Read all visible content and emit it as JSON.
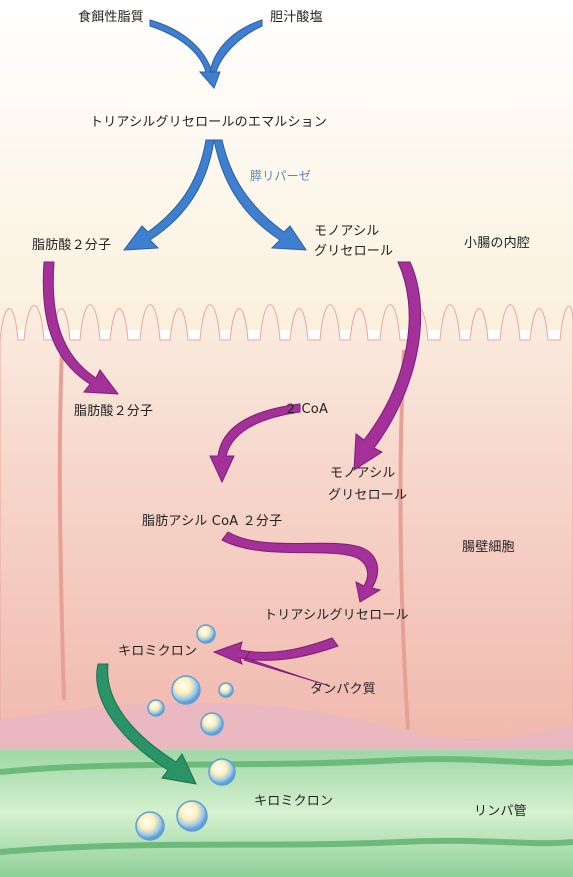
{
  "labels": {
    "dietary_lipid": "食餌性脂質",
    "bile_salt": "胆汁酸塩",
    "tag_emulsion": "トリアシルグリセロールのエマルション",
    "pancreatic_lipase": "膵リパーゼ",
    "fa_two_top": "脂肪酸２分子",
    "mag_top_line1": "モノアシル",
    "mag_top_line2": "グリセロール",
    "intestinal_lumen": "小腸の内腔",
    "fa_two_cell": "脂肪酸２分子",
    "coa": "２ CoA",
    "mag_cell_line1": "モノアシル",
    "mag_cell_line2": "グリセロール",
    "fatty_acyl_coa": "脂肪アシル CoA ２分子",
    "enterocyte": "腸壁細胞",
    "tag_cell": "トリアシルグリセロール",
    "chylomicron_cell": "キロミクロン",
    "protein": "タンパク質",
    "chylomicron_lymph": "キロミクロン",
    "lymph_vessel": "リンパ管"
  },
  "colors": {
    "blue_arrow": "#3f7fd0",
    "magenta_arrow": "#a4309a",
    "green_arrow": "#2a9468",
    "cell_pink": "#f3c7bd",
    "lymph_green": "#bfe7b9"
  }
}
